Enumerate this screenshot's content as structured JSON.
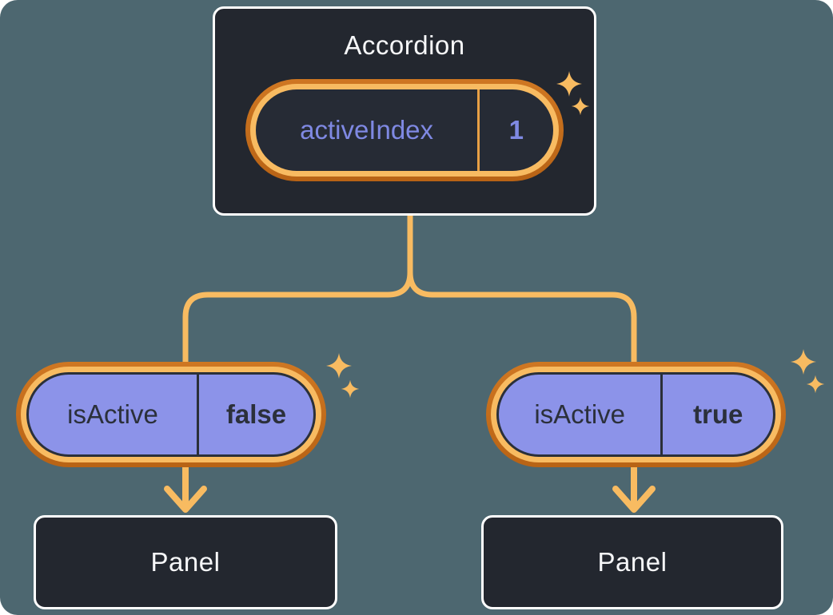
{
  "diagram": {
    "description": "React component tree: Accordion holding state, passing isActive props to two children rendering Panels",
    "accordion": {
      "title": "Accordion",
      "state_pill": {
        "label": "activeIndex",
        "value": "1"
      }
    },
    "children": [
      {
        "prop_pill": {
          "label": "isActive",
          "value": "false"
        },
        "panel": {
          "title": "Panel"
        }
      },
      {
        "prop_pill": {
          "label": "isActive",
          "value": "true"
        },
        "panel": {
          "title": "Panel"
        }
      }
    ]
  },
  "colors": {
    "background": "#4D6770",
    "box_bg": "#23272F",
    "box_border": "#FFFFFF",
    "box_text": "#F6F7F9",
    "ring_outer_orange": "#C26B1B",
    "ring_inner_orange": "#F8BB61",
    "connector_orange": "#F8BB61",
    "sparkle_orange": "#F8BB61",
    "state_pill_bg": "#262B35",
    "state_pill_text": "#7F89E3",
    "state_pill_divider": "#E8A045",
    "prop_pill_bg": "#8C93E9",
    "prop_pill_text": "#2B303B",
    "prop_pill_border": "#2B3039"
  },
  "icons": {
    "sparkles": "sparkle-icon (4-point stars marking changed/highlighted values)"
  }
}
